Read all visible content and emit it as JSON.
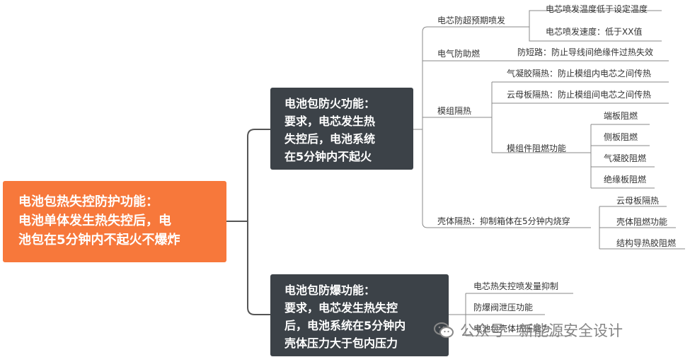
{
  "root": {
    "lines": [
      "电池包热失控防护功能：",
      "电池单体发生热失控后，电",
      "池包在5分钟内不起火不爆炸"
    ],
    "color": "#f7783b"
  },
  "fire": {
    "lines": [
      "电池包防火功能：",
      "要求，电芯发生热",
      "失控后，电池系统",
      "在5分钟内不起火"
    ],
    "color": "#3c4248",
    "branches": {
      "cell_venting": {
        "label": "电芯防超预期喷发",
        "children": [
          "电芯喷发温度低于设定温度",
          "电芯喷发速度：低于XX值"
        ]
      },
      "electrical": {
        "label": "电气防助燃",
        "children": [
          "防短路：防止导线间绝缘件过热失效"
        ]
      },
      "module": {
        "label": "模组隔热",
        "children": [
          "气凝胶隔热：防止模组内电芯之间传热",
          "云母板隔热：防止模组间电芯之间传热"
        ],
        "flame_retardant": {
          "label": "模组件阻燃功能",
          "children": [
            "端板阻燃",
            "侧板阻燃",
            "气凝胶阻燃",
            "绝缘板阻燃"
          ]
        }
      },
      "shell": {
        "label": "壳体隔热：抑制箱体在5分钟内烧穿",
        "children": [
          "云母板隔热",
          "壳体阻燃功能",
          "结构导热胶阻燃"
        ]
      }
    }
  },
  "explosion": {
    "lines": [
      "电池包防爆功能：",
      "要求，电芯发生热失控",
      "后，电池系统在5分钟内",
      "壳体压力大于包内压力"
    ],
    "color": "#3c4248",
    "children": [
      "电芯热失控喷发量抑制",
      "防爆阀泄压功能",
      "电池包壳体抗压能力"
    ]
  },
  "watermark": "公众号 · 新能源安全设计",
  "line_color": "#555555",
  "leaf_line_color": "#888888"
}
